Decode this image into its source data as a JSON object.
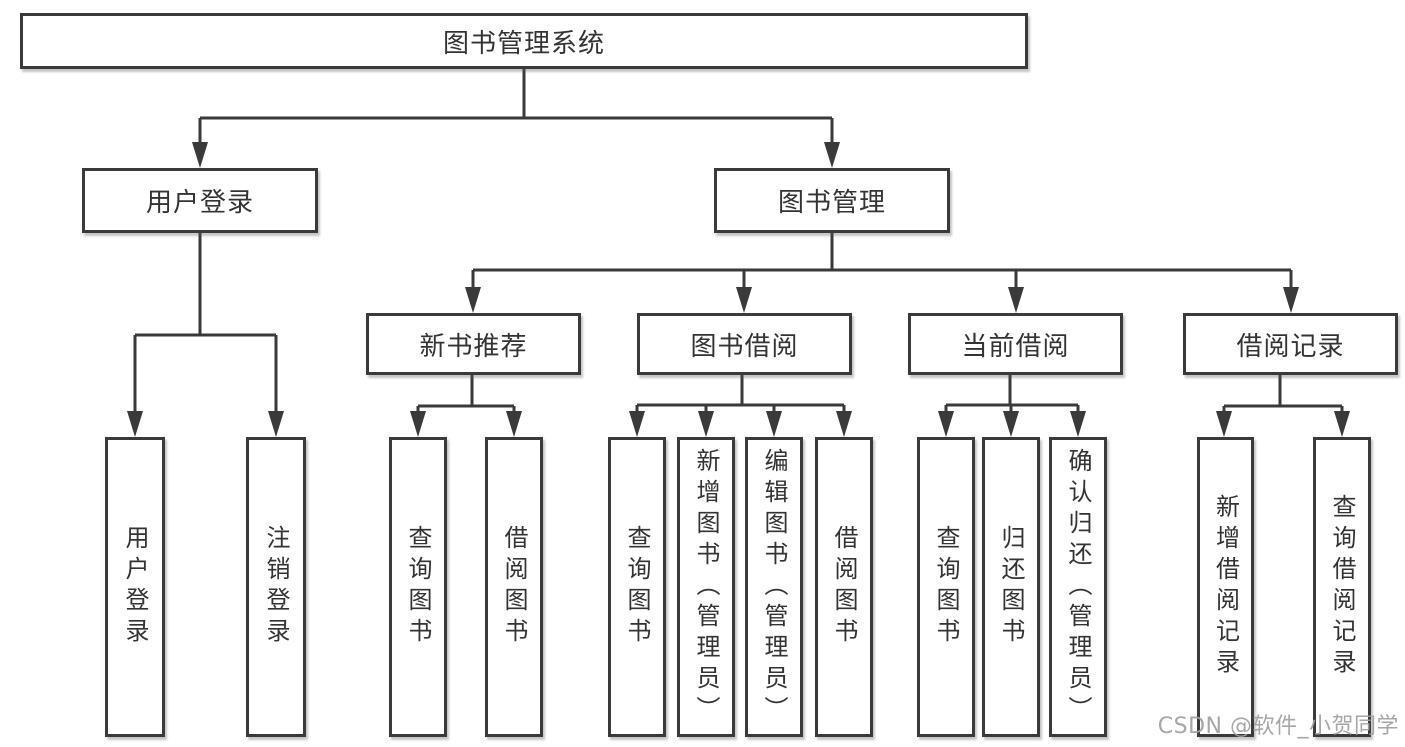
{
  "tree": {
    "label": "图书管理系统",
    "children": [
      {
        "label": "用户登录",
        "children": [
          {
            "label": "用户登录"
          },
          {
            "label": "注销登录"
          }
        ]
      },
      {
        "label": "图书管理",
        "children": [
          {
            "label": "新书推荐",
            "children": [
              {
                "label": "查询图书"
              },
              {
                "label": "借阅图书"
              }
            ]
          },
          {
            "label": "图书借阅",
            "children": [
              {
                "label": "查询图书"
              },
              {
                "label": "新增图书（管理员）"
              },
              {
                "label": "编辑图书（管理员）"
              },
              {
                "label": "借阅图书"
              }
            ]
          },
          {
            "label": "当前借阅",
            "children": [
              {
                "label": "查询图书"
              },
              {
                "label": "归还图书"
              },
              {
                "label": "确认归还（管理员）"
              }
            ]
          },
          {
            "label": "借阅记录",
            "children": [
              {
                "label": "新增借阅记录"
              },
              {
                "label": "查询借阅记录"
              }
            ]
          }
        ]
      }
    ]
  },
  "watermark": {
    "text": "CSDN @软件_小贺同学"
  },
  "colors": {
    "line": "#3a3a3a",
    "box_border": "#3a3a3a",
    "box_fill": "#ffffff",
    "text": "#333333",
    "watermark": "#a0a0a0",
    "background": "#ffffff"
  }
}
